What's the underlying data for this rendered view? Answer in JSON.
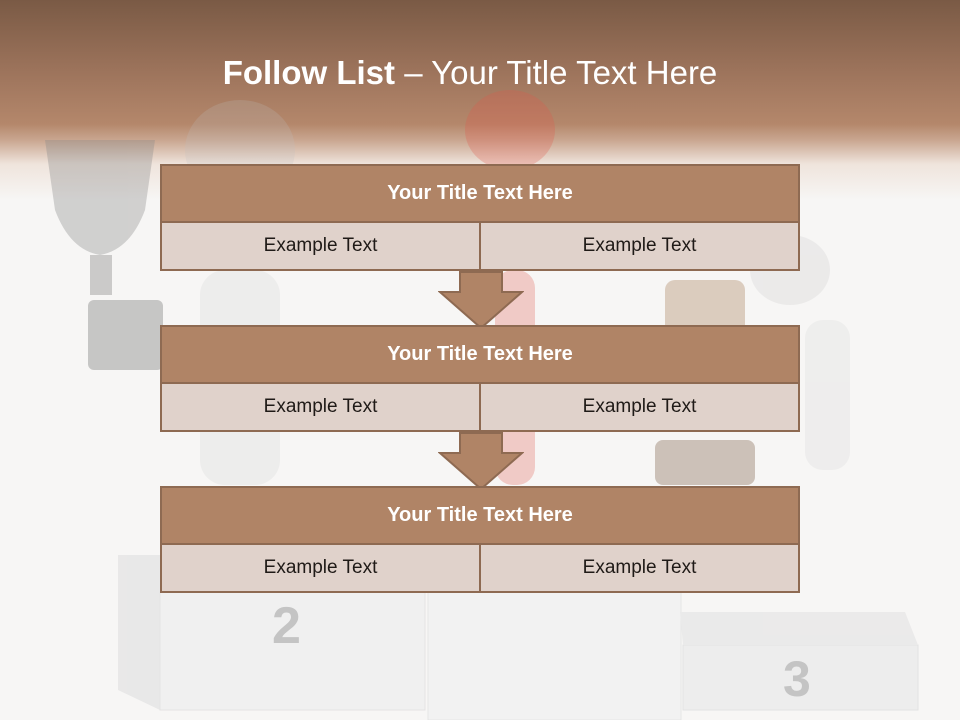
{
  "slide": {
    "title_bold": "Follow List",
    "title_rest": " – Your Title Text Here"
  },
  "steps": [
    {
      "heading": "Your Title Text Here",
      "left": "Example Text",
      "right": "Example Text"
    },
    {
      "heading": "Your Title Text Here",
      "left": "Example Text",
      "right": "Example Text"
    },
    {
      "heading": "Your Title Text Here",
      "left": "Example Text",
      "right": "Example Text"
    }
  ],
  "podium": {
    "place_2": "2",
    "place_3": "3"
  },
  "colors": {
    "header_dark": "#7a5a45",
    "panel_title": "#b08466",
    "panel_border": "#8e6a52",
    "cell_fill": "#e0d2cb"
  }
}
